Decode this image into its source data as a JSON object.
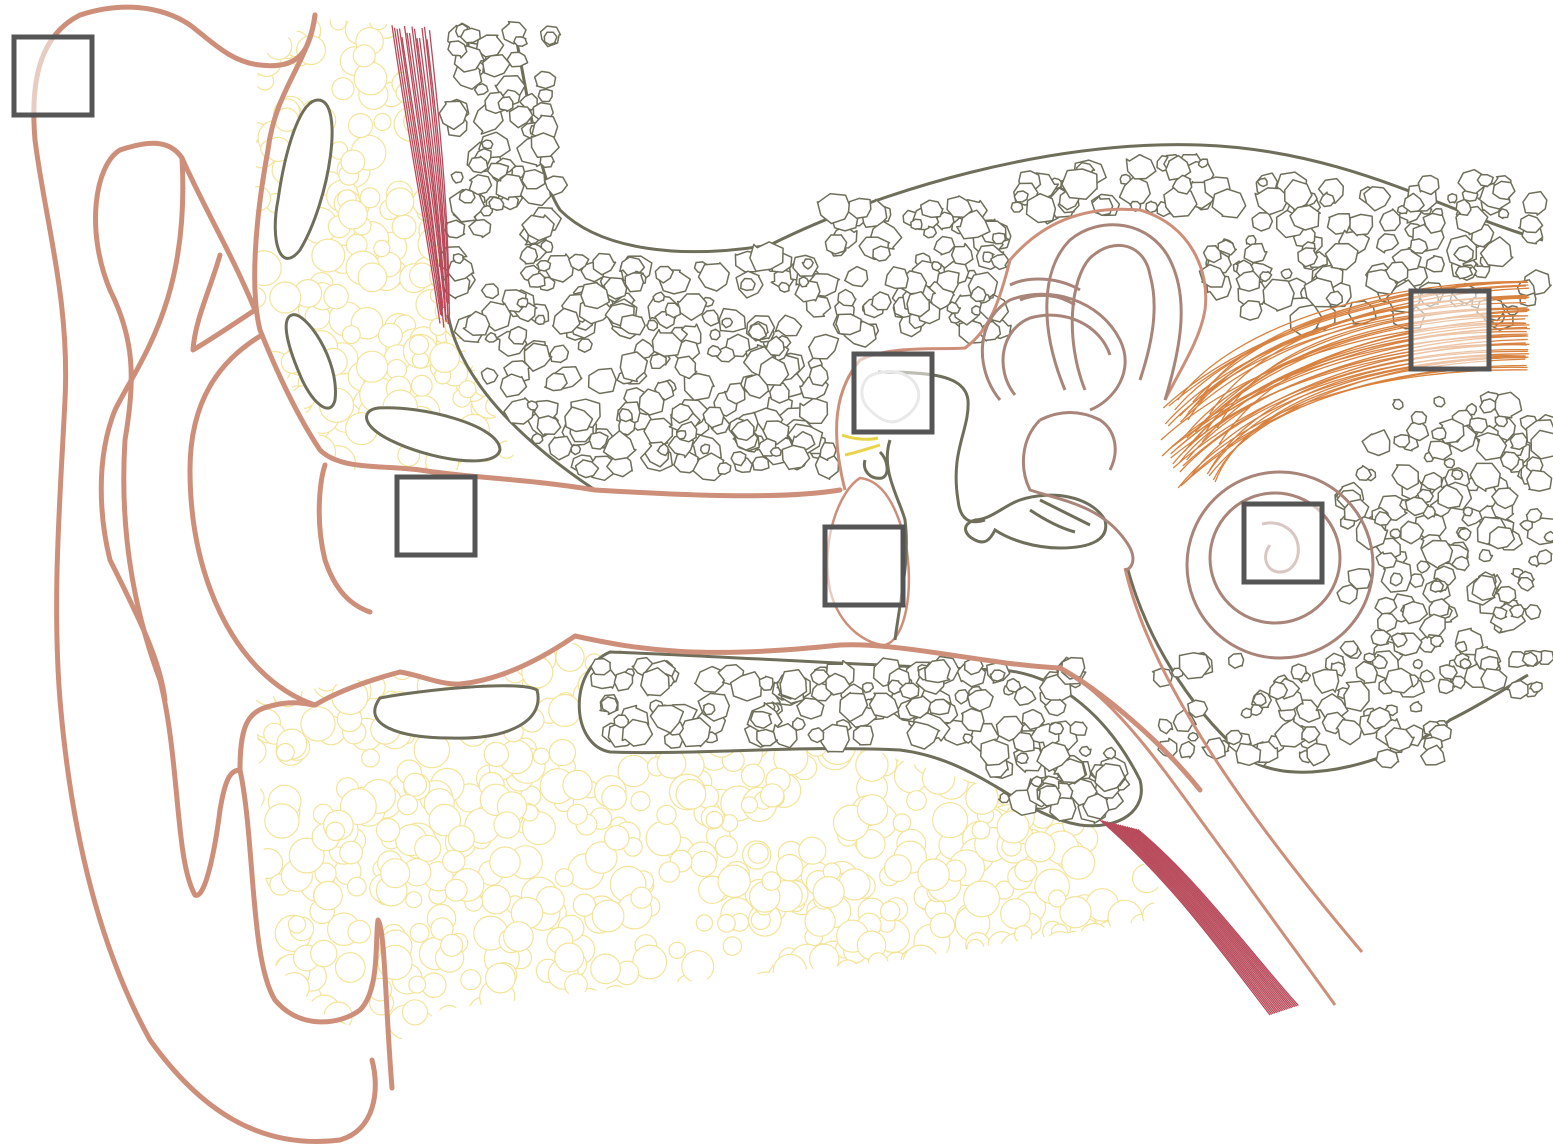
{
  "diagram": {
    "subject": "ear-cross-section",
    "colors": {
      "skin": "#cd8f79",
      "bone": "#6e6e5a",
      "fat": "#f3e49a",
      "muscle": "#b84a5a",
      "nerve": "#d88240",
      "cartilage": "#c9a090",
      "labyrinth": "#a98479",
      "ligament": "#e8d44a",
      "label_box": "#555555"
    },
    "label_boxes": [
      {
        "id": "auricle",
        "text": ""
      },
      {
        "id": "ear-canal",
        "text": ""
      },
      {
        "id": "malleus",
        "text": ""
      },
      {
        "id": "eardrum",
        "text": ""
      },
      {
        "id": "vestibular-nerve",
        "text": ""
      },
      {
        "id": "cochlea",
        "text": ""
      }
    ]
  }
}
